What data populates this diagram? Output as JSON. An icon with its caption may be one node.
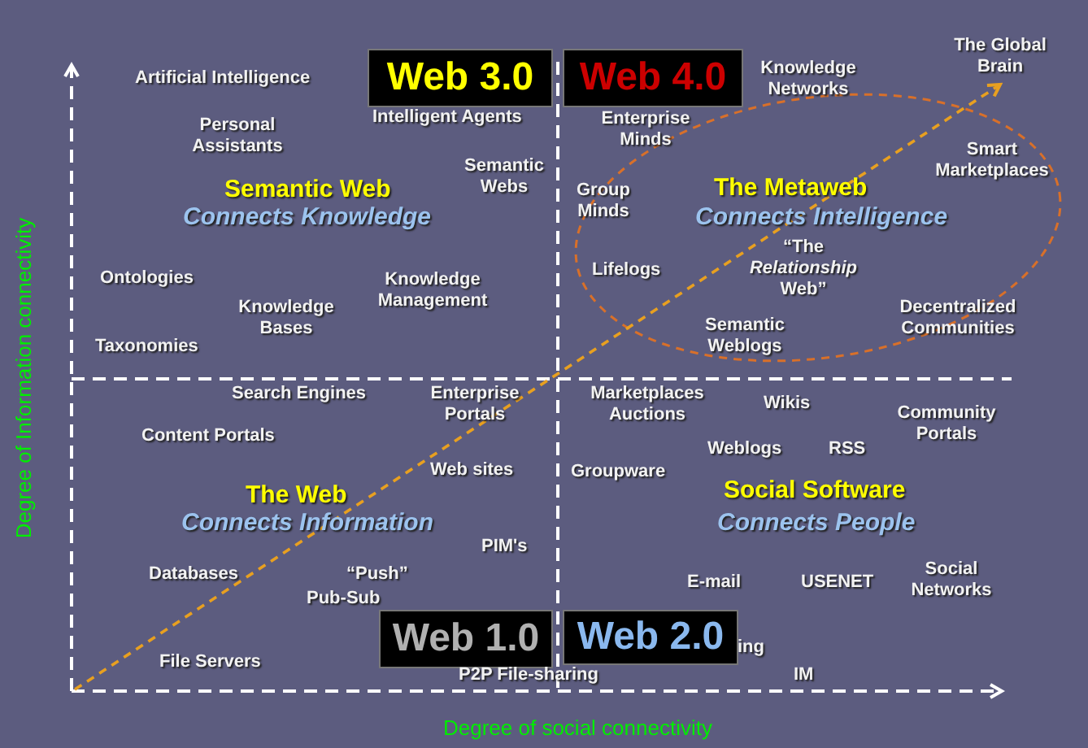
{
  "diagram": {
    "nodes": [
      {
        "text": [
          "Web 3.0"
        ]
      },
      {
        "text": [
          "Web 4.0"
        ]
      },
      {
        "text": [
          "Web 1.0"
        ]
      },
      {
        "text": [
          "Web 2.0"
        ]
      },
      {
        "text": [
          "The Global Brain"
        ]
      }
    ],
    "edges": [
      {
        "from": null,
        "to": 4,
        "arrow": "to",
        "style": "dashed",
        "color": "#e8a020"
      }
    ],
    "labels": [
      "Artificial Intelligence",
      "Personal Assistants",
      "Intelligent Agents",
      "Semantic Webs",
      "Semantic Web",
      "Connects Knowledge",
      "Ontologies",
      "Knowledge Management",
      "Knowledge Bases",
      "Taxonomies",
      "Knowledge Networks",
      "Enterprise Minds",
      "Smart Marketplaces",
      "Group Minds",
      "The Metaweb",
      "Connects Intelligence",
      "“The *Relationship* Web”",
      "Lifelogs",
      "Decentralized Communities",
      "Semantic Weblogs",
      "Search Engines",
      "Enterprise Portals",
      "Content Portals",
      "Web sites",
      "The Web",
      "Connects Information",
      "PIM's",
      "Databases",
      "“Push”",
      "Pub-Sub",
      "File Servers",
      "P2P File-sharing",
      "Marketplaces Auctions",
      "Wikis",
      "Community Portals",
      "Weblogs",
      "RSS",
      "Groupware",
      "Social Software",
      "Connects People",
      "Social Networks",
      "E-mail",
      "USENET",
      "ing",
      "IM",
      "Degree of social connectivity",
      "Degree of Information connectivity"
    ]
  }
}
